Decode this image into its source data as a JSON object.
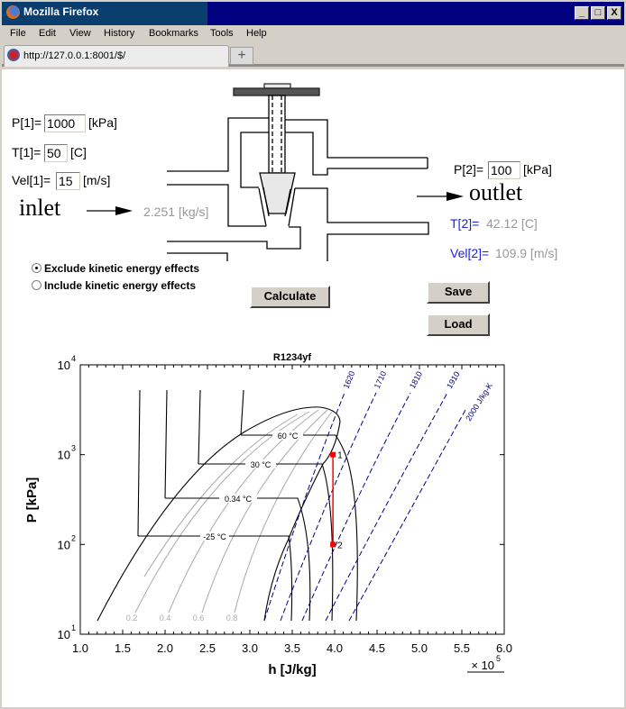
{
  "window": {
    "title": "Mozilla Firefox",
    "minimize": "_",
    "maximize": "□",
    "close": "X"
  },
  "menu": [
    "File",
    "Edit",
    "View",
    "History",
    "Bookmarks",
    "Tools",
    "Help"
  ],
  "tab": {
    "url": "http://127.0.0.1:8001/$/",
    "new_tab": "+"
  },
  "inlet": {
    "p_label": "P[1]=",
    "p_value": "1000",
    "p_unit": "[kPa]",
    "t_label": "T[1]=",
    "t_value": "50",
    "t_unit": "[C]",
    "v_label": "Vel[1]=",
    "v_value": "15",
    "v_unit": "[m/s]",
    "title": "inlet",
    "mass_flow": "2.251 [kg/s]"
  },
  "outlet": {
    "p_label": "P[2]=",
    "p_value": "100",
    "p_unit": "[kPa]",
    "title": "outlet",
    "t_label": "T[2]=",
    "t_value": "42.12 [C]",
    "v_label": "Vel[2]=",
    "v_value": "109.9 [m/s]"
  },
  "options": [
    {
      "label": "Exclude kinetic energy effects",
      "checked": true
    },
    {
      "label": "Include kinetic energy effects",
      "checked": false
    }
  ],
  "buttons": {
    "calculate": "Calculate",
    "save": "Save",
    "load": "Load"
  },
  "chart_data": {
    "type": "line",
    "title": "R1234yf",
    "xlabel": "h [J/kg]",
    "ylabel": "P [kPa]",
    "x_multiplier": "× 10",
    "x_multiplier_exp": "5",
    "xlim": [
      1.0,
      6.0
    ],
    "ylim": [
      10,
      10000
    ],
    "yscale": "log",
    "xticks": [
      "1.0",
      "1.5",
      "2.0",
      "2.5",
      "3.0",
      "3.5",
      "4.0",
      "4.5",
      "5.0",
      "5.5",
      "6.0"
    ],
    "yticks": [
      {
        "base": "10",
        "exp": "1"
      },
      {
        "base": "10",
        "exp": "2"
      },
      {
        "base": "10",
        "exp": "3"
      },
      {
        "base": "10",
        "exp": "4"
      }
    ],
    "isotherm_labels": [
      "60 °C",
      "30 °C",
      "0.34 °C",
      "-25 °C"
    ],
    "quality_labels": [
      "0.2",
      "0.4",
      "0.6",
      "0.8"
    ],
    "isentrope_labels": [
      "1620",
      "1710",
      "1810",
      "1910",
      "2000 J/kg-K"
    ],
    "states": [
      {
        "label": "1",
        "h": 3.98,
        "P": 1000
      },
      {
        "label": "2",
        "h": 3.98,
        "P": 100
      }
    ],
    "state_color": "#ff0000"
  }
}
